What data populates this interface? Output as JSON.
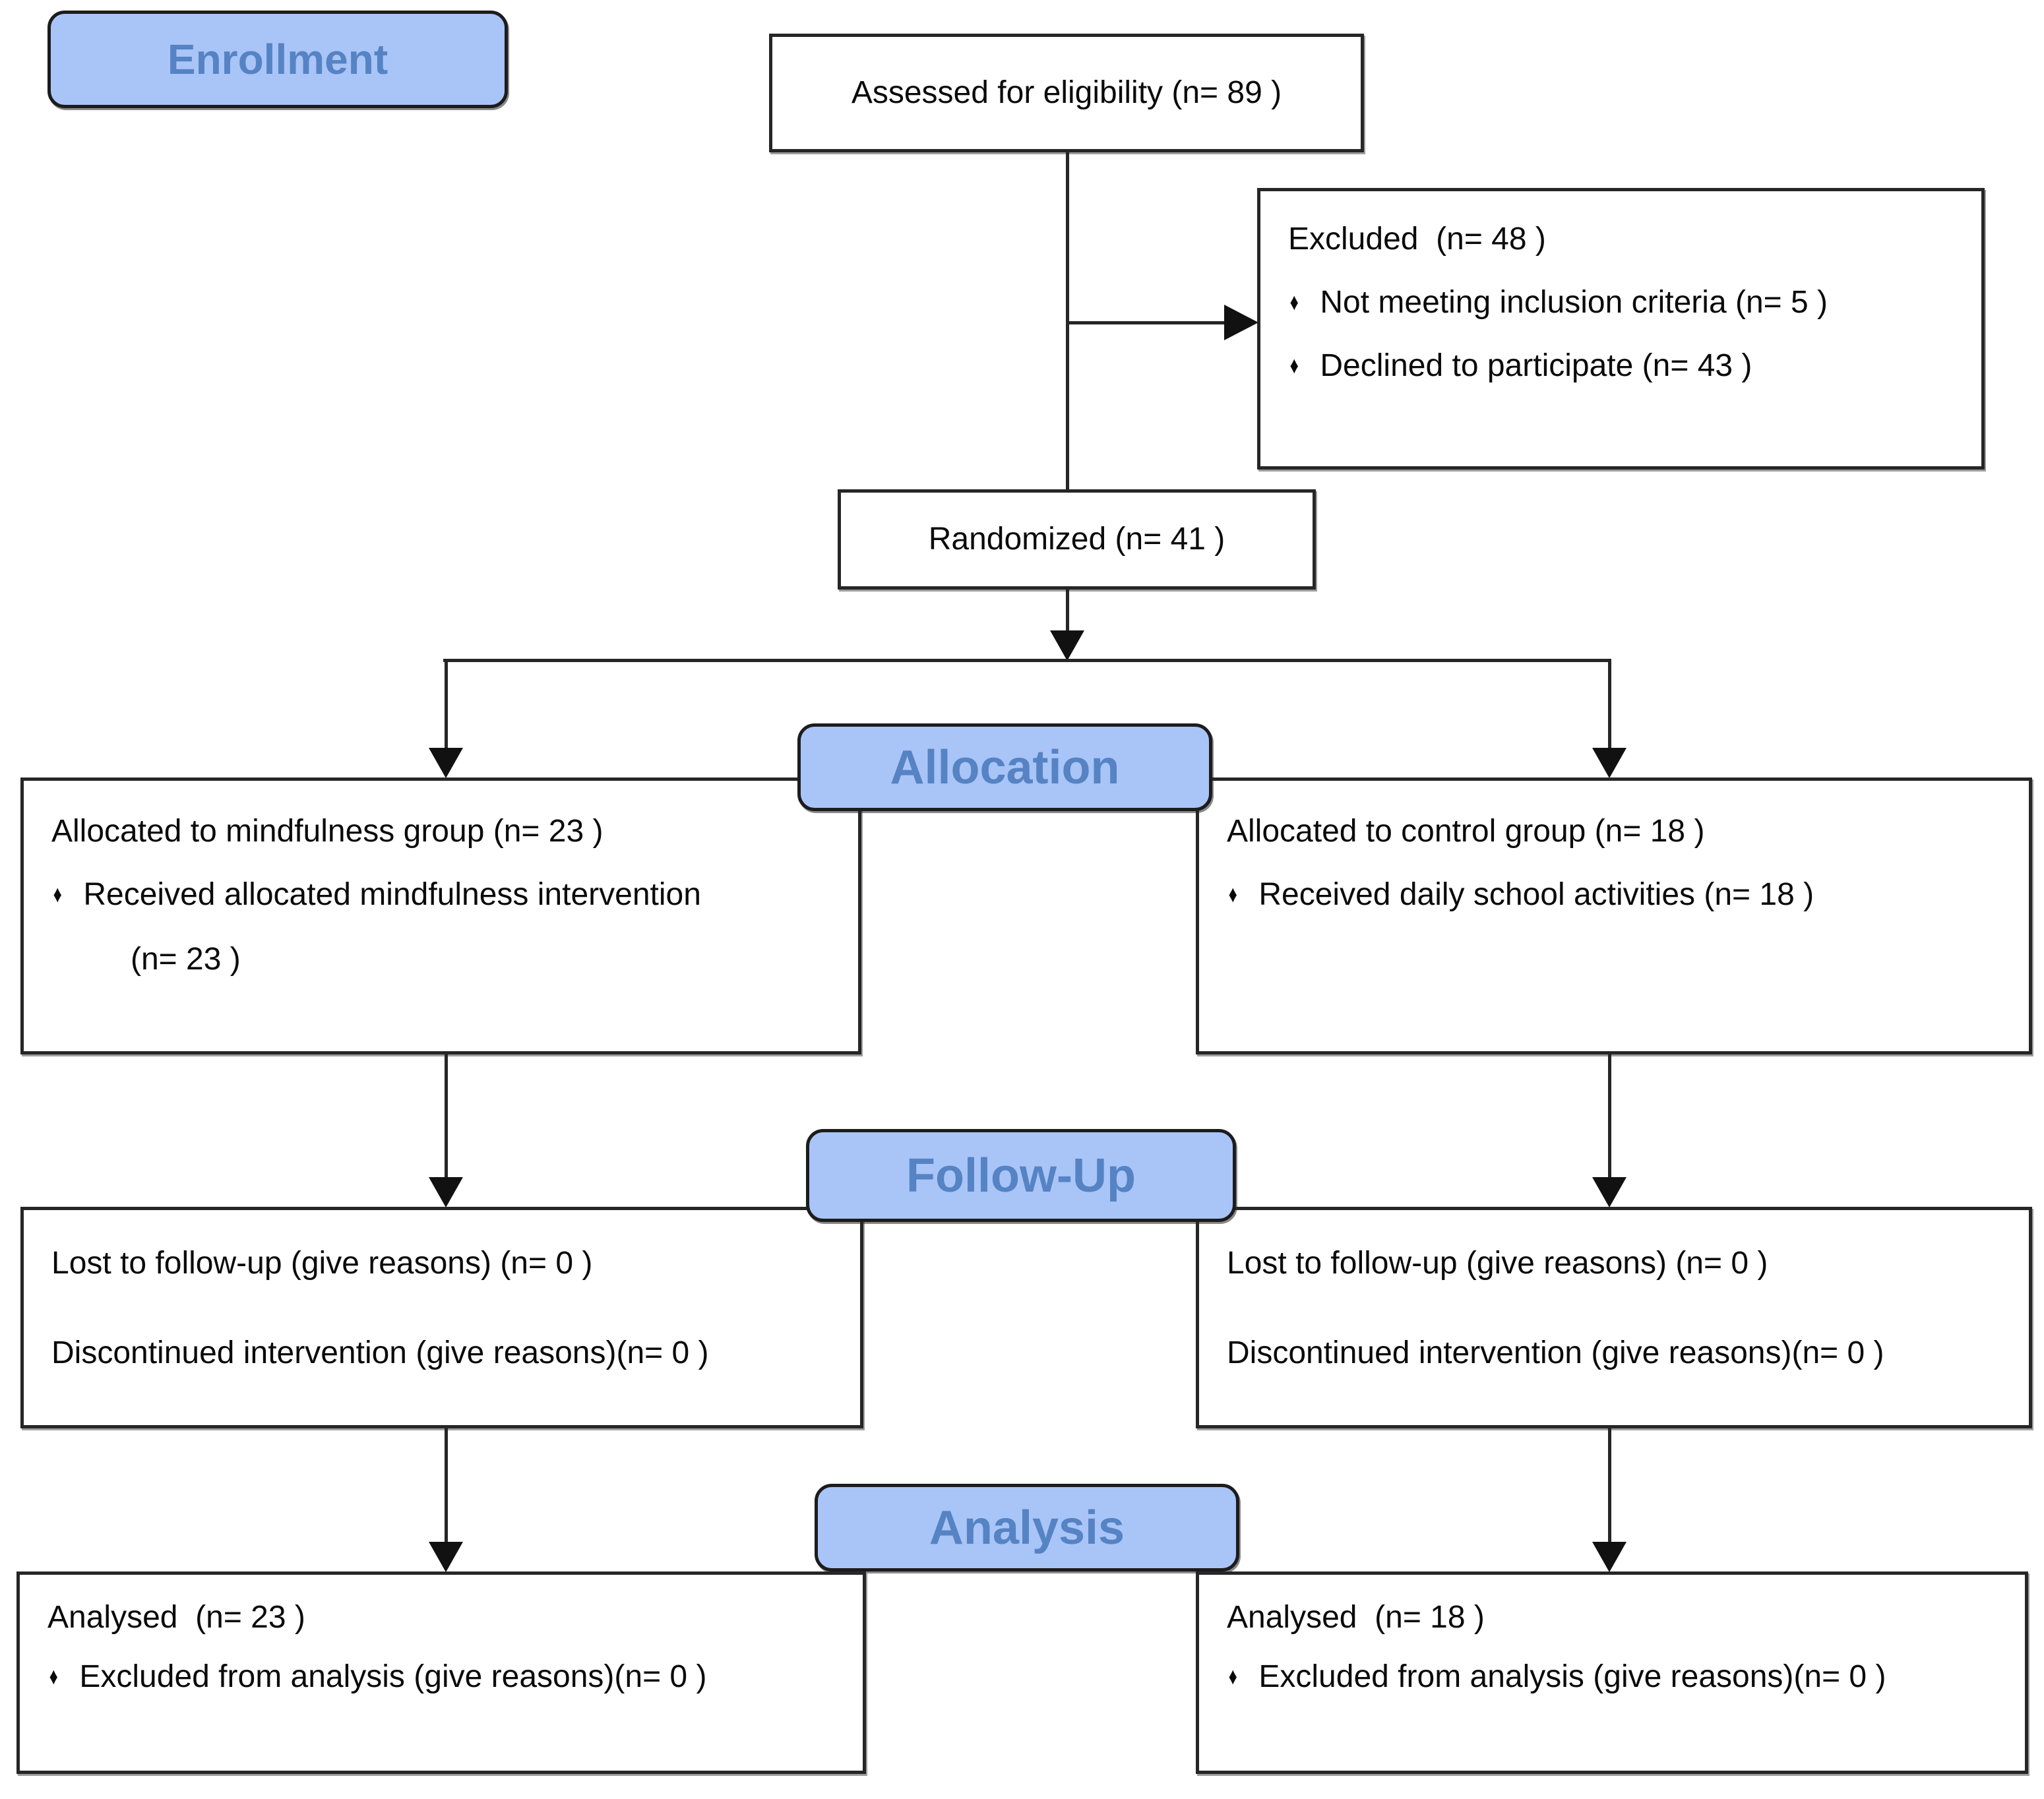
{
  "stages": {
    "enrollment": "Enrollment",
    "allocation": "Allocation",
    "follow_up": "Follow-Up",
    "analysis": "Analysis"
  },
  "bullet_glyph": "♦",
  "colors": {
    "pill_fill": "#a9c4f7",
    "pill_text": "#5583c3",
    "line": "#262626"
  },
  "boxes": {
    "assessed": {
      "text": "Assessed for eligibility (n= 89 )"
    },
    "excluded": {
      "title": "Excluded  (n= 48 )",
      "bullets": [
        "Not meeting inclusion criteria (n= 5 )",
        "Declined to participate (n= 43 )"
      ]
    },
    "randomized": {
      "text": "Randomized (n= 41 )"
    },
    "alloc_left": {
      "title": "Allocated to mindfulness group (n= 23 )",
      "bullet": "Received allocated mindfulness intervention",
      "bullet_continuation": "(n= 23 )"
    },
    "alloc_right": {
      "title": "Allocated to control group (n= 18 )",
      "bullet": "Received daily school activities (n= 18 )"
    },
    "followup_left": {
      "line1": "Lost to follow-up (give reasons) (n= 0 )",
      "line2": "Discontinued intervention (give reasons)(n= 0 )"
    },
    "followup_right": {
      "line1": "Lost to follow-up (give reasons) (n= 0 )",
      "line2": "Discontinued intervention (give reasons)(n= 0 )"
    },
    "analysis_left": {
      "title": "Analysed  (n= 23 )",
      "bullet": "Excluded from analysis (give reasons)(n= 0 )"
    },
    "analysis_right": {
      "title": "Analysed  (n= 18 )",
      "bullet": "Excluded from analysis (give reasons)(n= 0 )"
    }
  }
}
